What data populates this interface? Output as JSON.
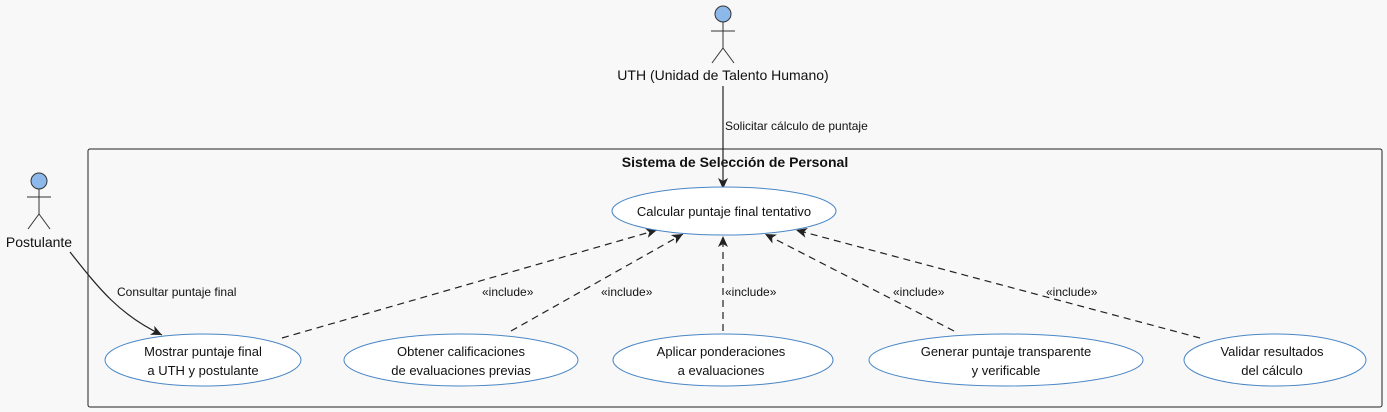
{
  "system": {
    "title": "Sistema de Selección de Personal"
  },
  "actors": {
    "uth": {
      "label": "UTH (Unidad de Talento Humano)"
    },
    "postulante": {
      "label": "Postulante"
    }
  },
  "use_cases": {
    "calcular": {
      "lines": [
        "Calcular puntaje final tentativo"
      ]
    },
    "mostrar": {
      "lines": [
        "Mostrar puntaje final",
        "a UTH y postulante"
      ]
    },
    "obtener": {
      "lines": [
        "Obtener calificaciones",
        "de evaluaciones previas"
      ]
    },
    "aplicar": {
      "lines": [
        "Aplicar ponderaciones",
        "a evaluaciones"
      ]
    },
    "generar": {
      "lines": [
        "Generar puntaje transparente",
        "y verificable"
      ]
    },
    "validar": {
      "lines": [
        "Validar resultados",
        "del cálculo"
      ]
    }
  },
  "relations": {
    "solicitar": "Solicitar cálculo de puntaje",
    "consultar": "Consultar puntaje final",
    "include": "«include»"
  }
}
